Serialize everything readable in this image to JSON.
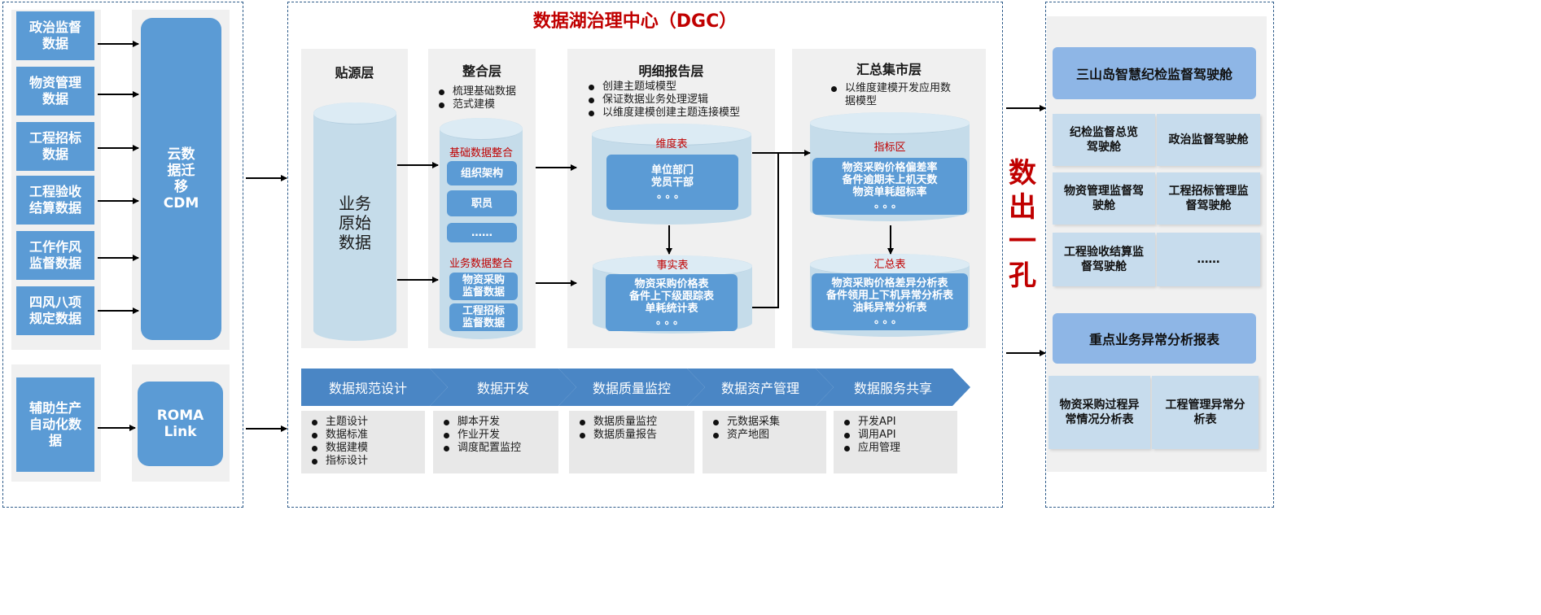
{
  "title": "数据湖治理中心（DGC）",
  "sources": [
    "政治监督数据",
    "物资管理数据",
    "工程招标数据",
    "工程验收结算数据",
    "工作作风监督数据",
    "四风八项规定数据"
  ],
  "aux_source": "辅助生产自动化数据",
  "cdm": "云数据迁移CDM",
  "roma": "ROMA Link",
  "layers": {
    "source": {
      "title": "贴源层",
      "db": "业务原始数据"
    },
    "integration": {
      "title": "整合层",
      "bullets": [
        "梳理基础数据",
        "范式建模"
      ],
      "basic_label": "基础数据整合",
      "basic_items": [
        "组织架构",
        "职员",
        "……"
      ],
      "biz_label": "业务数据整合",
      "biz_items": [
        "物资采购监督数据",
        "工程招标监督数据"
      ]
    },
    "detail": {
      "title": "明细报告层",
      "bullets": [
        "创建主题域模型",
        "保证数据业务处理逻辑",
        "以维度建模创建主题连接模型"
      ],
      "dim_label": "维度表",
      "dim_items": [
        "单位部门",
        "党员干部"
      ],
      "fact_label": "事实表",
      "fact_items": [
        "物资采购价格表",
        "备件上下级跟踪表",
        "单耗统计表"
      ],
      "ellipsis": "。。。"
    },
    "summary": {
      "title": "汇总集市层",
      "bullets": [
        "以维度建模开发应用数据模型"
      ],
      "kpi_label": "指标区",
      "kpi_items": [
        "物资采购价格偏差率",
        "备件逾期未上机天数",
        "物资单耗超标率"
      ],
      "sum_label": "汇总表",
      "sum_items": [
        "物资采购价格差异分析表",
        "备件领用上下机异常分析表",
        "油耗异常分析表"
      ],
      "ellipsis": "。。。"
    }
  },
  "steps": [
    {
      "label": "数据规范设计",
      "items": [
        "主题设计",
        "数据标准",
        "数据建模",
        "指标设计"
      ]
    },
    {
      "label": "数据开发",
      "items": [
        "脚本开发",
        "作业开发",
        "调度配置监控"
      ]
    },
    {
      "label": "数据质量监控",
      "items": [
        "数据质量监控",
        "数据质量报告"
      ]
    },
    {
      "label": "数据资产管理",
      "items": [
        "元数据采集",
        "资产地图"
      ]
    },
    {
      "label": "数据服务共享",
      "items": [
        "开发API",
        "调用API",
        "应用管理"
      ]
    }
  ],
  "vertical": [
    "数",
    "出",
    "一",
    "孔"
  ],
  "right": {
    "cockpit_title": "三山岛智慧纪检监督驾驶舱",
    "cockpit_cells": [
      "纪检监督总览驾驶舱",
      "政治监督驾驶舱",
      "物资管理监督驾驶舱",
      "工程招标管理监督驾驶舱",
      "工程验收结算监督驾驶舱",
      "……"
    ],
    "report_title": "重点业务异常分析报表",
    "report_cells": [
      "物资采购过程异常情况分析表",
      "工程管理异常分析表"
    ]
  },
  "colors": {
    "accent_blue": "#5b9bd5",
    "step_blue": "#4a86c5",
    "title_red": "#c00000",
    "light_cyl": "#c5dcea",
    "right_head": "#8eb6e6",
    "dash_border": "#2f5c8a"
  }
}
